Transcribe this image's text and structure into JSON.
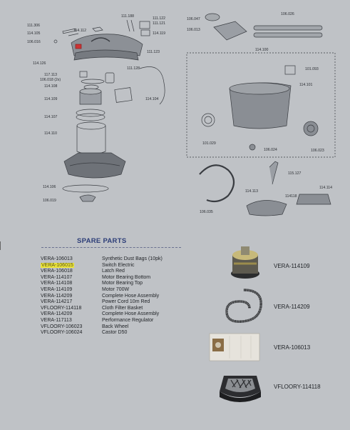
{
  "diagram_labels": {
    "l111306": "111.306",
    "l114105": "114.105",
    "l106016": "106.016",
    "l114112": "114.112",
    "l111188": "111.188",
    "l111122": "111.122",
    "l111121": "111.121",
    "l114119": "114.119",
    "l111123": "111.123",
    "l114126": "114.126",
    "l117113": "117.113",
    "l106018": "106.018 (2x)",
    "l114108": "114.108",
    "l114109": "114.109",
    "l111128": "111.128",
    "l114104": "114.104",
    "l114107": "114.107",
    "l114110": "114.110",
    "l114106": "114.106",
    "l106019": "106.019",
    "l106047": "106.047",
    "l106013": "106.013",
    "l106026": "106.026",
    "l114100": "114.100",
    "l101093": "101.093",
    "l114101": "114.101",
    "l101029": "101.029",
    "l106024": "106.024",
    "l106023": "106.023",
    "l115127": "115.127",
    "l114113": "114.113",
    "l114118": "114118",
    "l114114": "114.114",
    "l106035": "106.035"
  },
  "spare_parts": {
    "title": "SPARE PARTS",
    "items": [
      {
        "code": "VERA-106013",
        "desc": "Synthetic Dust Bags (10pk)"
      },
      {
        "code": "VERA-106015",
        "desc": "Switch Electric"
      },
      {
        "code": "VERA-106018",
        "desc": "Latch Red"
      },
      {
        "code": "VERA-114107",
        "desc": "Motor Bearing Bottom"
      },
      {
        "code": "VERA-114108",
        "desc": "Motor Bearing Top"
      },
      {
        "code": "VERA-114109",
        "desc": "Motor 700W"
      },
      {
        "code": "VERA-114209",
        "desc": "Complete Hose Assembly"
      },
      {
        "code": "VERA-114217",
        "desc": "Power Cord 10m Red"
      },
      {
        "code": "VFLOORY-114118",
        "desc": "Cloth Filter Basket"
      },
      {
        "code": "VERA-114209",
        "desc": "Complete Hose Assembly"
      },
      {
        "code": "VERA-117113",
        "desc": "Performance Regulator"
      },
      {
        "code": "VFLOORY-106023",
        "desc": "Back Wheel"
      },
      {
        "code": "VFLOORY-106024",
        "desc": "Castor D50"
      }
    ]
  },
  "photos": {
    "motor": "VERA-114109",
    "hose": "VERA-114209",
    "bag": "VERA-106013",
    "filter": "VFLOORY-114118"
  },
  "colors": {
    "highlight": "#e9e23a",
    "title": "#2d3e78"
  }
}
